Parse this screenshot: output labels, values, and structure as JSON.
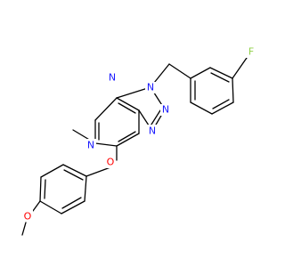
{
  "colors": {
    "background": "#ffffff",
    "bond": "#000000",
    "nitrogen": "#1a1aff",
    "oxygen": "#ff0000",
    "fluorine": "#90d048",
    "carbon_label": "#000000"
  },
  "labels": {
    "n_triazole_1": "N",
    "n_triazole_2": "N",
    "n_triazole_3": "N",
    "n_pyrimidine_1": "N",
    "n_pyrimidine_2": "N",
    "o_ether": "O",
    "o_methoxy": "O",
    "fluorine": "F"
  }
}
